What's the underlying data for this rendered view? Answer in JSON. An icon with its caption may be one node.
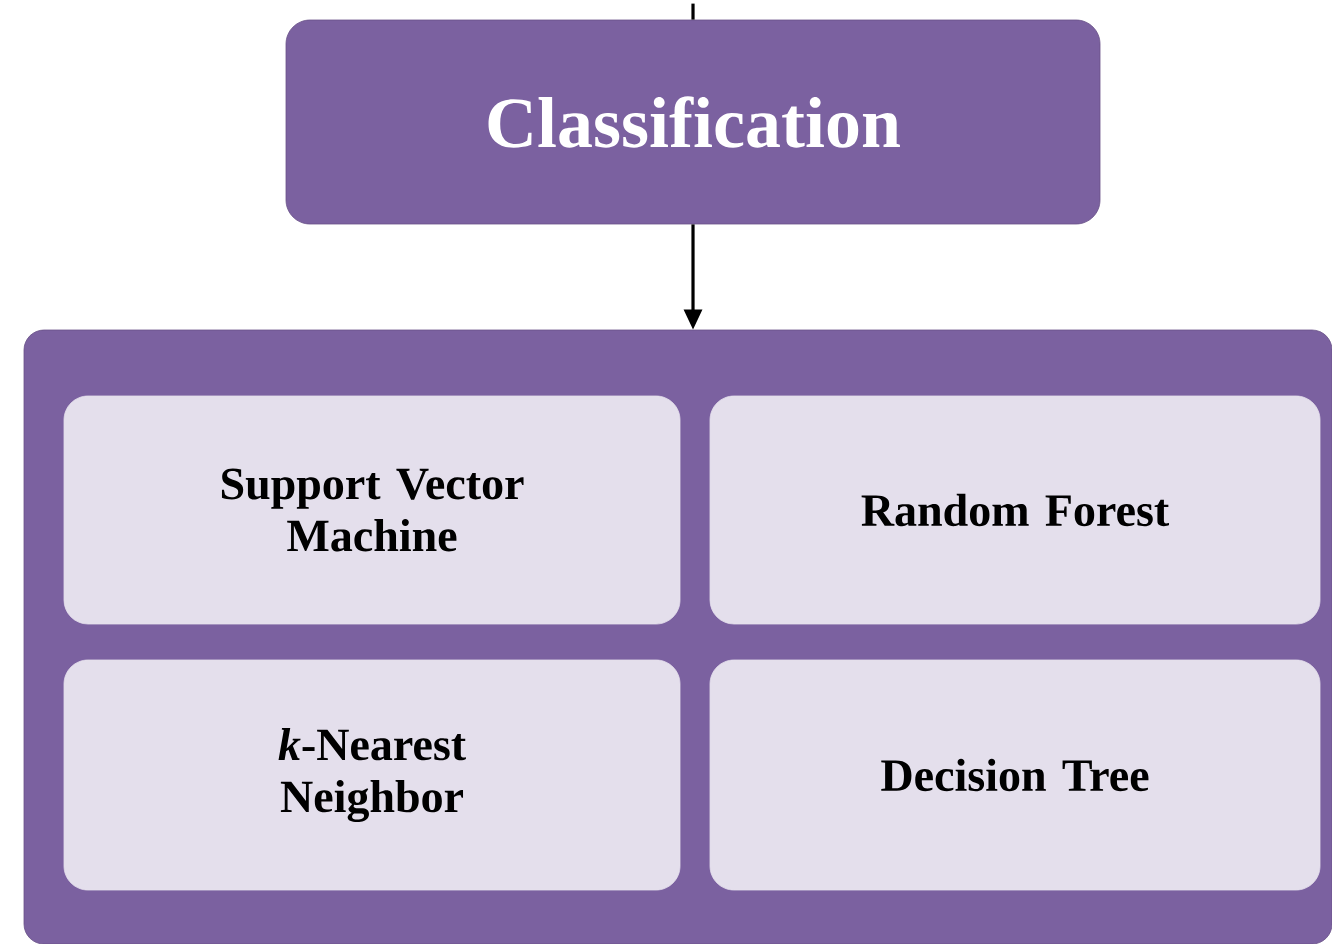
{
  "diagram": {
    "nodes": [
      {
        "text": [
          "Classification"
        ]
      },
      {
        "text": [],
        "shape": "box"
      },
      {
        "text": [
          "Support Vector Machine"
        ],
        "in": 1
      },
      {
        "text": [
          "Random Forest"
        ],
        "in": 1
      },
      {
        "text": [
          "*k*-Nearest Neighbor"
        ],
        "in": 1
      },
      {
        "text": [
          "Decision Tree"
        ],
        "in": 1
      }
    ],
    "edges": [
      {
        "from": null,
        "to": 0,
        "arrow": "none"
      },
      {
        "from": 0,
        "to": 1,
        "arrow": "to"
      }
    ]
  }
}
